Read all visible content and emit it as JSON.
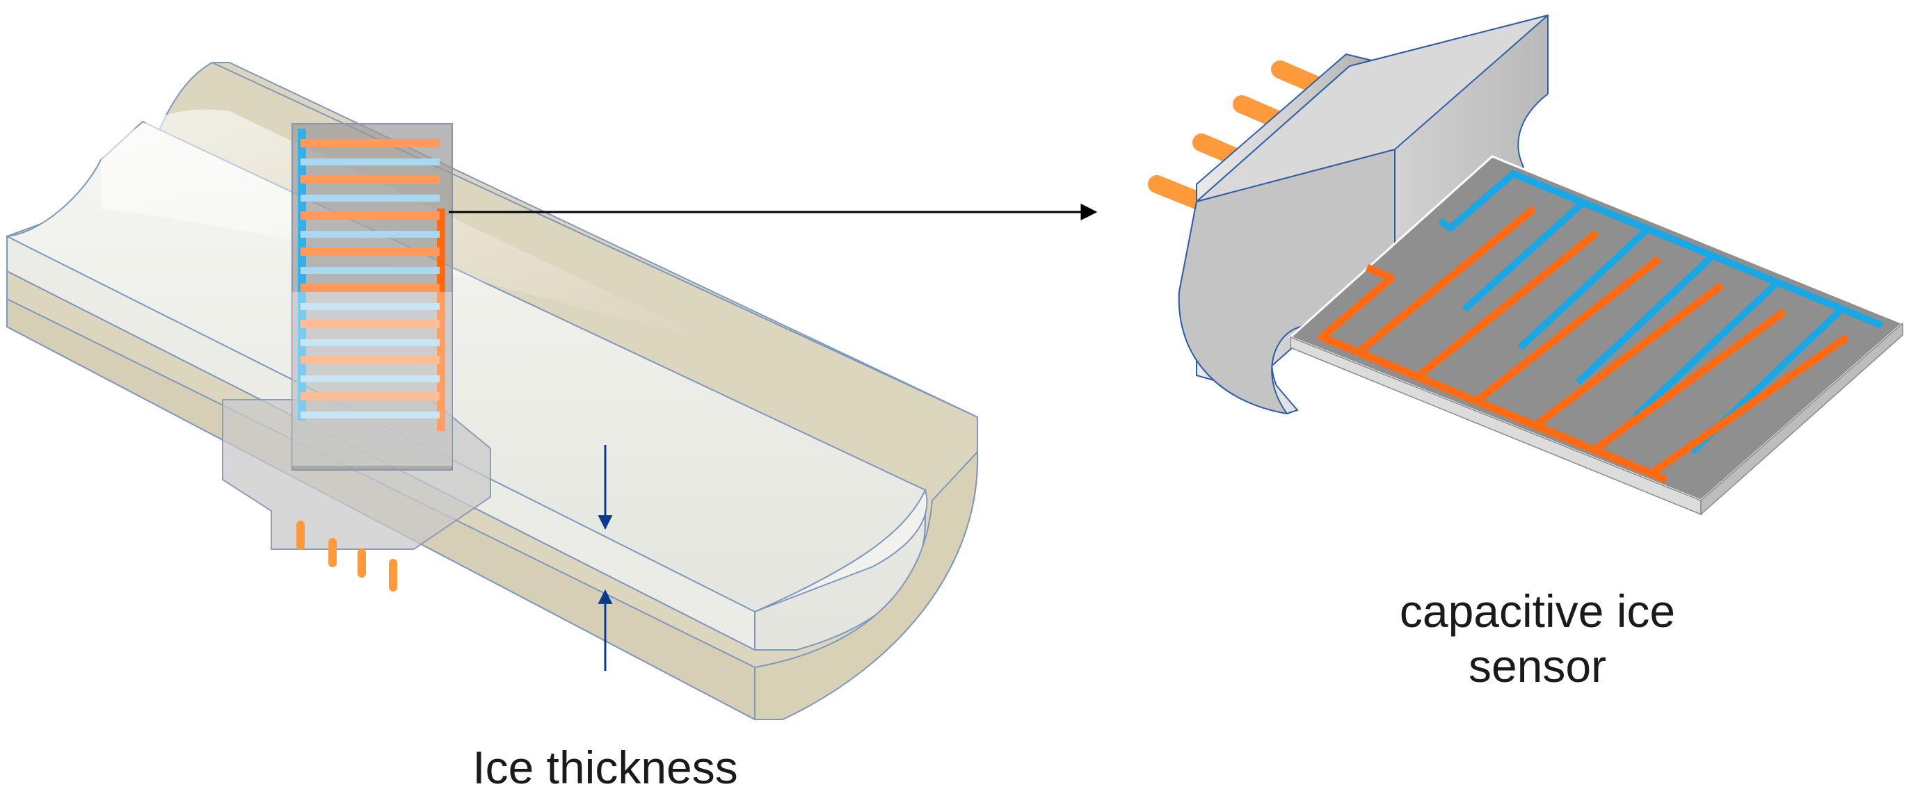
{
  "labels": {
    "ice_thickness": "Ice thickness",
    "sensor_line1": "capacitive ice",
    "sensor_line2": "sensor"
  },
  "colors": {
    "pipe_wall": "#ddd6bf",
    "ice_layer": "#e9e9e3",
    "electrode_orange": "#ff6a13",
    "electrode_blue": "#19a7e6",
    "sensor_plate": "#8f8f8f",
    "housing": "#c8c8c8",
    "arrow_blue": "#0c3a8a"
  }
}
